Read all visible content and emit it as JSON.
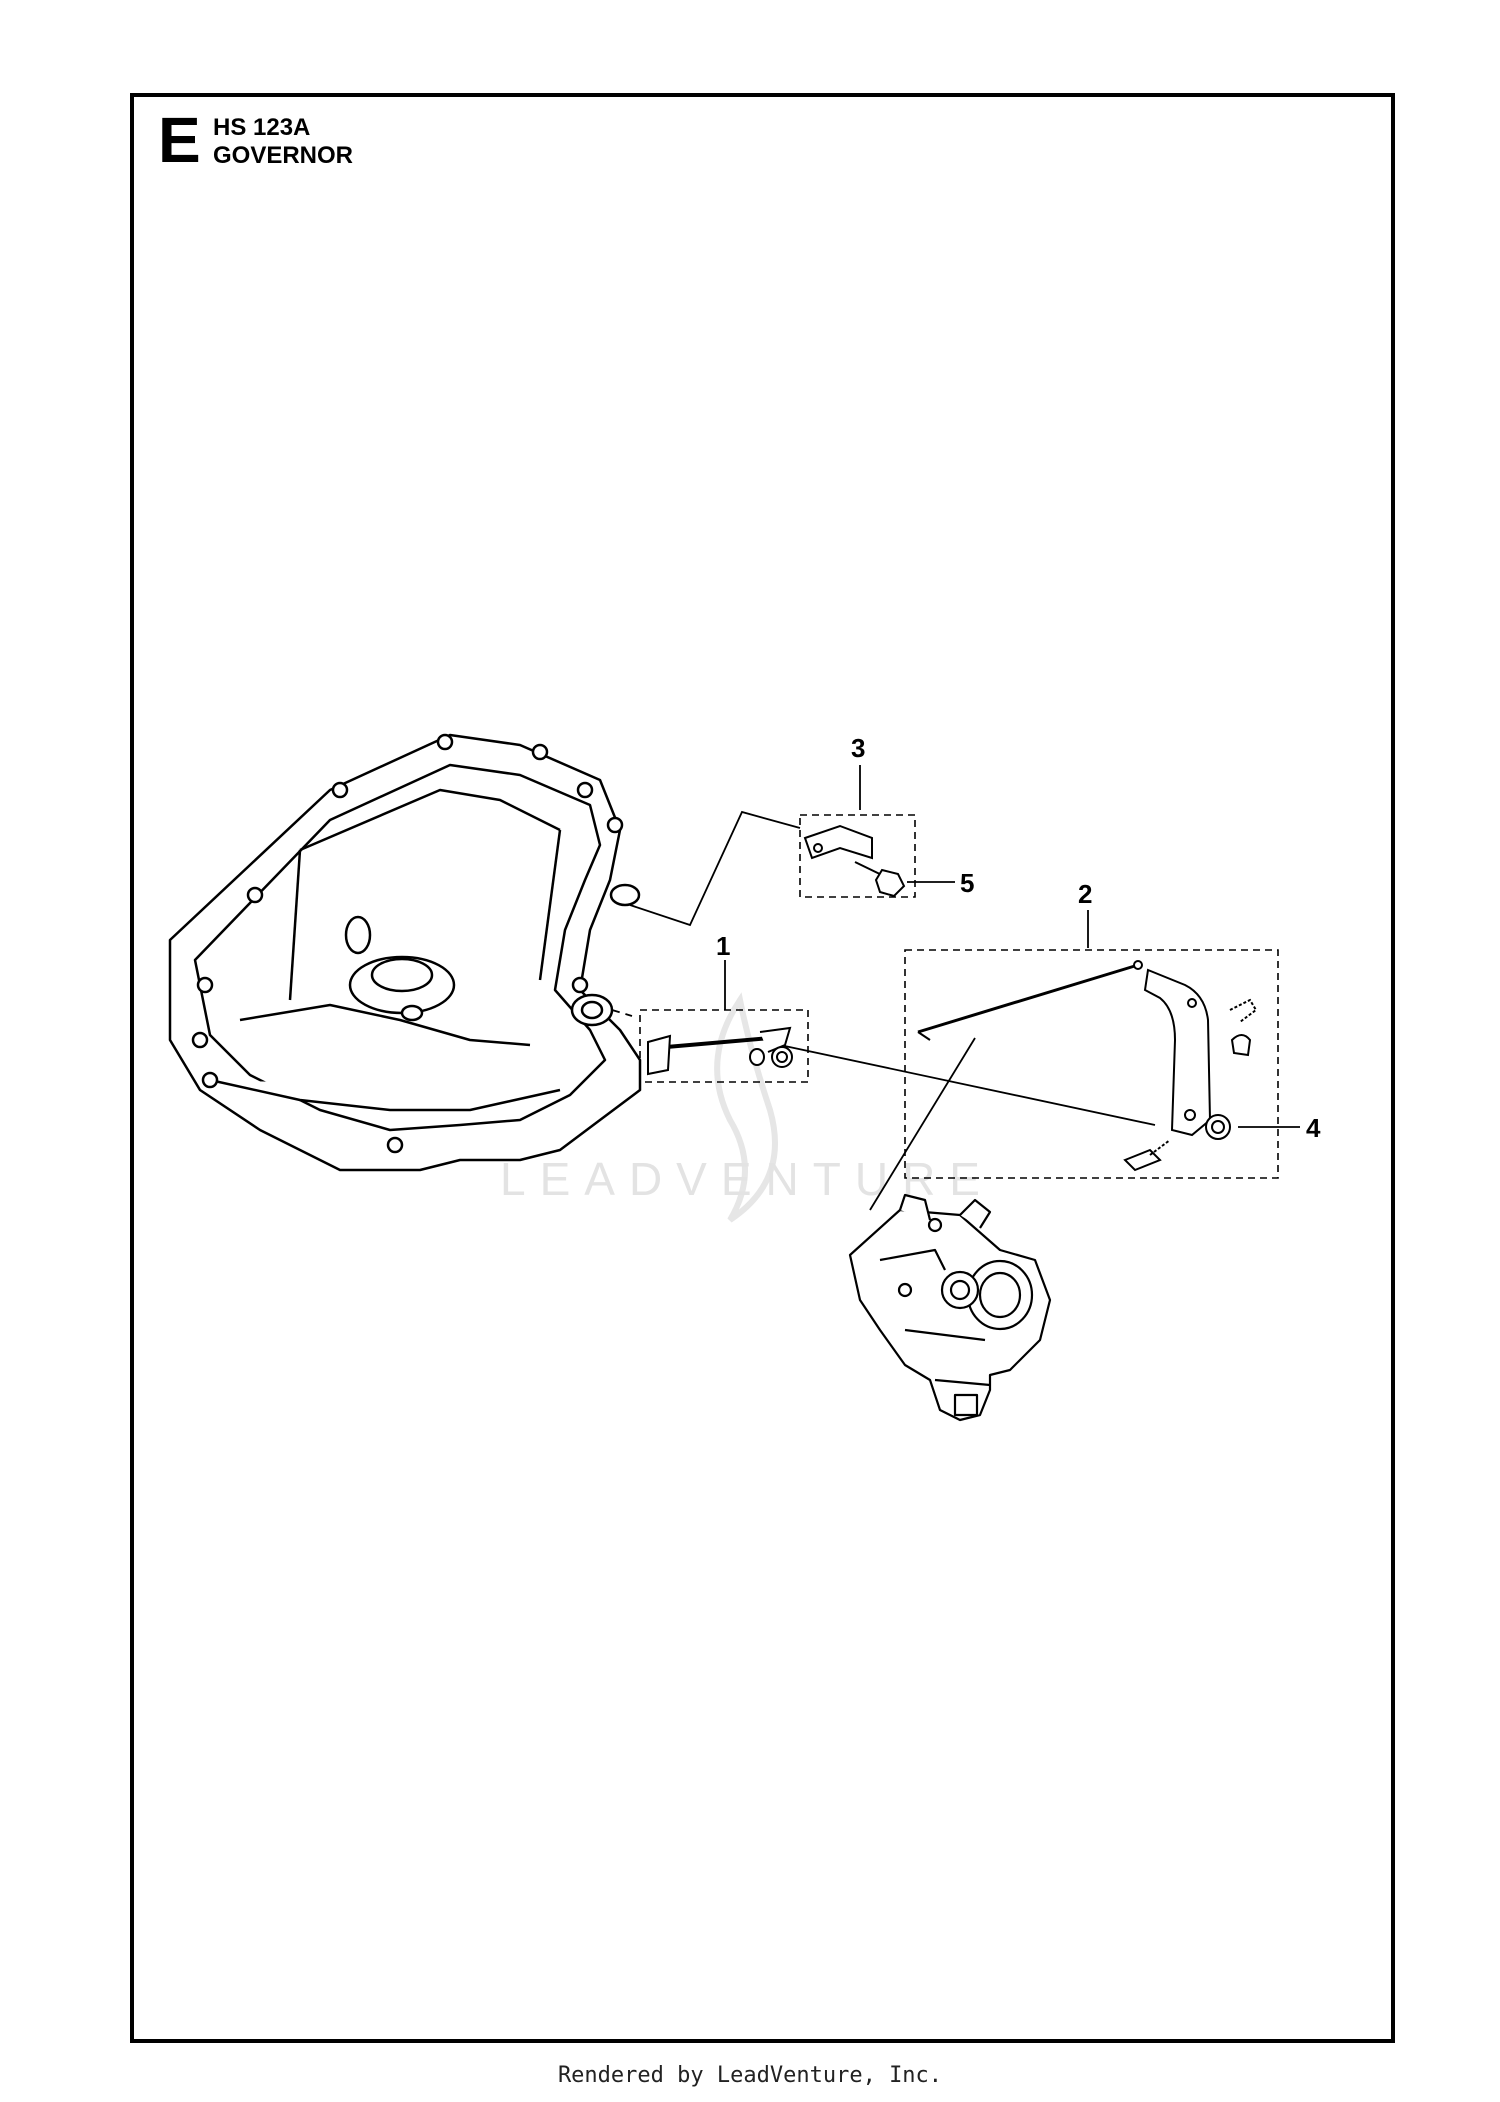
{
  "section": {
    "letter": "E",
    "model": "HS 123A",
    "name": "GOVERNOR"
  },
  "callouts": [
    "1",
    "2",
    "3",
    "4",
    "5"
  ],
  "watermark": "LEADVENTURE",
  "footer": "Rendered by LeadVenture, Inc."
}
